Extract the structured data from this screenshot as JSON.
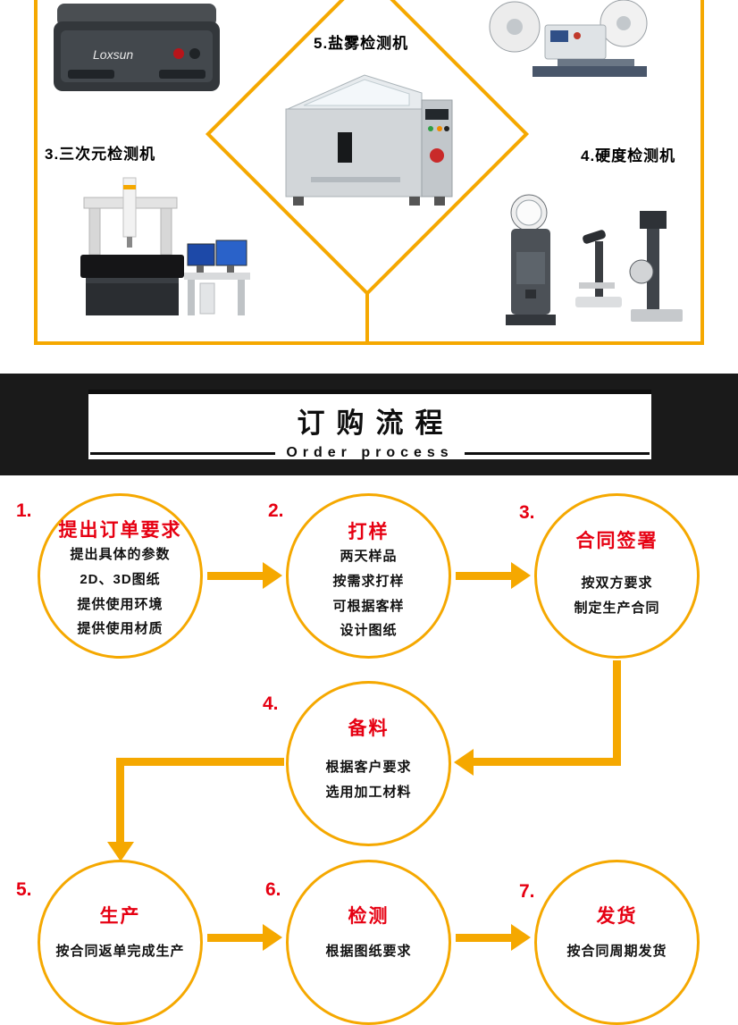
{
  "products": {
    "label_cmm": "3.三次元检测机",
    "label_hardness": "4.硬度检测机",
    "label_salt_spray": "5.盐雾检测机",
    "spectrometer_logo": "Loxsun"
  },
  "order_header": {
    "title": "订购流程",
    "subtitle": "Order process"
  },
  "flow": {
    "steps": [
      {
        "num": "1.",
        "title": "提出订单要求",
        "lines": [
          "提出具体的参数",
          "2D、3D图纸",
          "提供使用环境",
          "提供使用材质"
        ]
      },
      {
        "num": "2.",
        "title": "打样",
        "lines": [
          "两天样品",
          "按需求打样",
          "可根据客样",
          "设计图纸"
        ]
      },
      {
        "num": "3.",
        "title": "合同签署",
        "lines": [
          "按双方要求",
          "制定生产合同"
        ]
      },
      {
        "num": "4.",
        "title": "备料",
        "lines": [
          "根据客户要求",
          "选用加工材料"
        ]
      },
      {
        "num": "5.",
        "title": "生产",
        "lines": [
          "按合同返单完成生产"
        ]
      },
      {
        "num": "6.",
        "title": "检测",
        "lines": [
          "根据图纸要求"
        ]
      },
      {
        "num": "7.",
        "title": "发货",
        "lines": [
          "按合同周期发货"
        ]
      }
    ]
  },
  "colors": {
    "gold": "#F5A800",
    "red": "#E60012",
    "band": "#1A1A1A"
  }
}
